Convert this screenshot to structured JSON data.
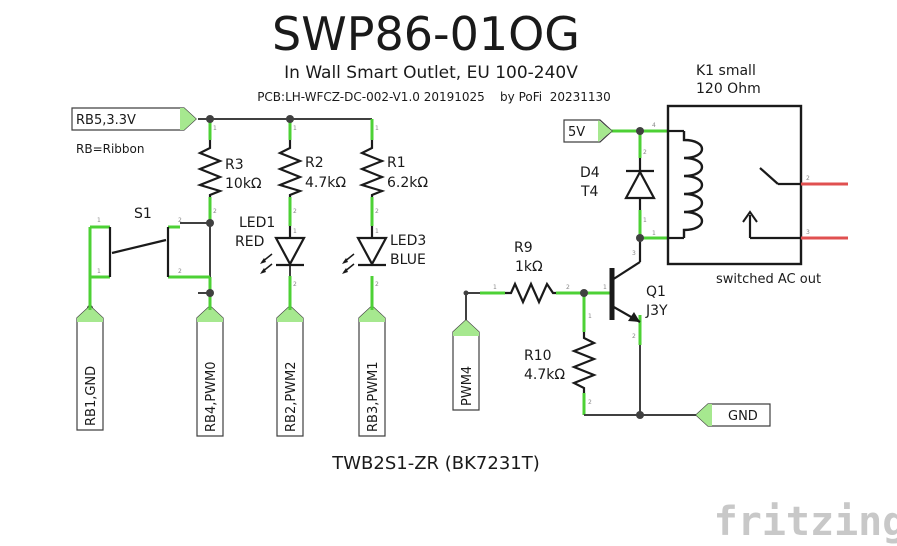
{
  "title": "SWP86-01OG",
  "subtitle": "In Wall Smart Outlet, EU 100-240V",
  "pcb_line": "PCB:LH-WFCZ-DC-002-V1.0 20191025    by PoFi  20231130",
  "ribbon_note": "RB=Ribbon",
  "module_label": "TWB2S1-ZR (BK7231T)",
  "ports": {
    "rb5": "RB5,3.3V",
    "rb1": "RB1,GND",
    "rb4": "RB4,PWM0",
    "rb2": "RB2,PWM2",
    "rb3": "RB3,PWM1",
    "pwm4": "PWM4",
    "v5": "5V",
    "gnd": "GND"
  },
  "components": {
    "r3": {
      "name": "R3",
      "value": "10kΩ"
    },
    "r2": {
      "name": "R2",
      "value": "4.7kΩ"
    },
    "r1": {
      "name": "R1",
      "value": "6.2kΩ"
    },
    "r9": {
      "name": "R9",
      "value": "1kΩ"
    },
    "r10": {
      "name": "R10",
      "value": "4.7kΩ"
    },
    "led1": {
      "name": "LED1",
      "color": "RED"
    },
    "led3": {
      "name": "LED3",
      "color": "BLUE"
    },
    "s1": {
      "name": "S1"
    },
    "d4": {
      "name": "D4",
      "value": "T4"
    },
    "q1": {
      "name": "Q1",
      "value": "J3Y"
    },
    "k1": {
      "name": "K1 small",
      "value": "120 Ohm"
    }
  },
  "relay_output": "switched AC out",
  "watermark": "fritzing",
  "colors": {
    "wire": "#404040",
    "pin": "#4dd135",
    "port_fill": "#a6e88f",
    "ac_pin": "#e05050",
    "watermark": "#c8c8c8"
  }
}
